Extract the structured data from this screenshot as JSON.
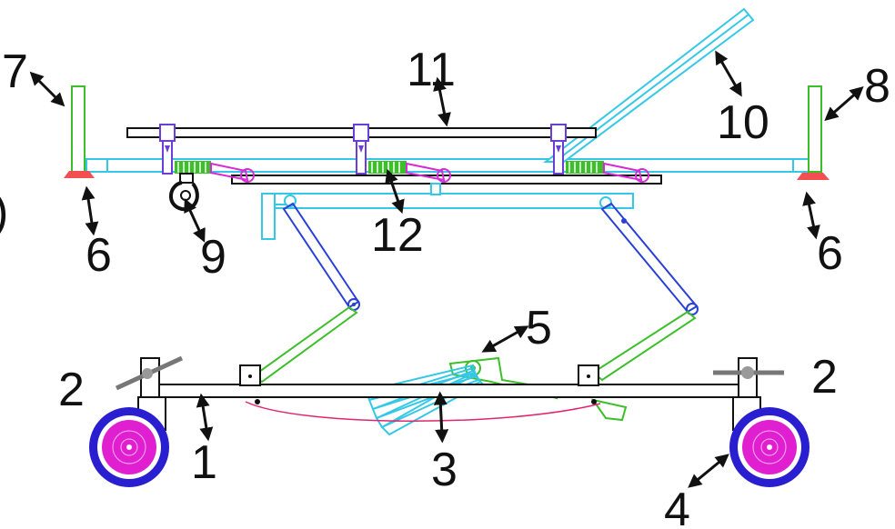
{
  "callouts": {
    "c1": "1",
    "c2_left": "2",
    "c2_right": "2",
    "c3": "3",
    "c4": "4",
    "c5": "5",
    "c6_left": "6",
    "c6_right": "6",
    "c7": "7",
    "c8": "8",
    "c9": "9",
    "c10": "10",
    "c11": "11",
    "c12": "12",
    "c_edge": ")"
  },
  "colors": {
    "frame": "#111111",
    "bed_cyan": "#35c8e6",
    "link_blue": "#2a3fd6",
    "link_green": "#3cbf2a",
    "wheel_blue": "#2a1fd0",
    "wheel_magenta": "#e020d0",
    "pad_red": "#f04040",
    "cable_pink": "#e0266e"
  }
}
